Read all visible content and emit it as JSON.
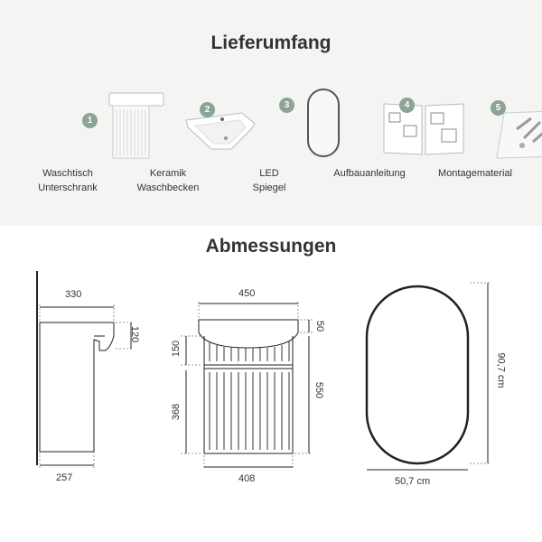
{
  "section_scope": {
    "title": "Lieferumfang",
    "items": [
      {
        "number": "1",
        "label_line1": "Waschtisch",
        "label_line2": "Unterschrank",
        "icon": "vanity-cabinet-icon"
      },
      {
        "number": "2",
        "label_line1": "Keramik",
        "label_line2": "Waschbecken",
        "icon": "ceramic-basin-icon"
      },
      {
        "number": "3",
        "label_line1": "LED",
        "label_line2": "Spiegel",
        "icon": "oval-mirror-icon"
      },
      {
        "number": "4",
        "label_line1": "Aufbauanleitung",
        "label_line2": "",
        "icon": "manual-icon"
      },
      {
        "number": "5",
        "label_line1": "Montagematerial",
        "label_line2": "",
        "icon": "hardware-bag-icon"
      }
    ]
  },
  "section_dimensions": {
    "title": "Abmessungen",
    "side_view": {
      "top_width": "330",
      "bottom_width": "257",
      "basin_height": "120"
    },
    "front_view": {
      "top_width": "450",
      "bottom_width": "408",
      "basin_depth": "50",
      "upper_height": "150",
      "lower_height": "368",
      "total_height": "550"
    },
    "mirror": {
      "width": "50,7 cm",
      "height": "90,7 cm"
    }
  },
  "colors": {
    "background_top": "#f4f4f3",
    "badge": "#8da393",
    "line": "#222222"
  }
}
